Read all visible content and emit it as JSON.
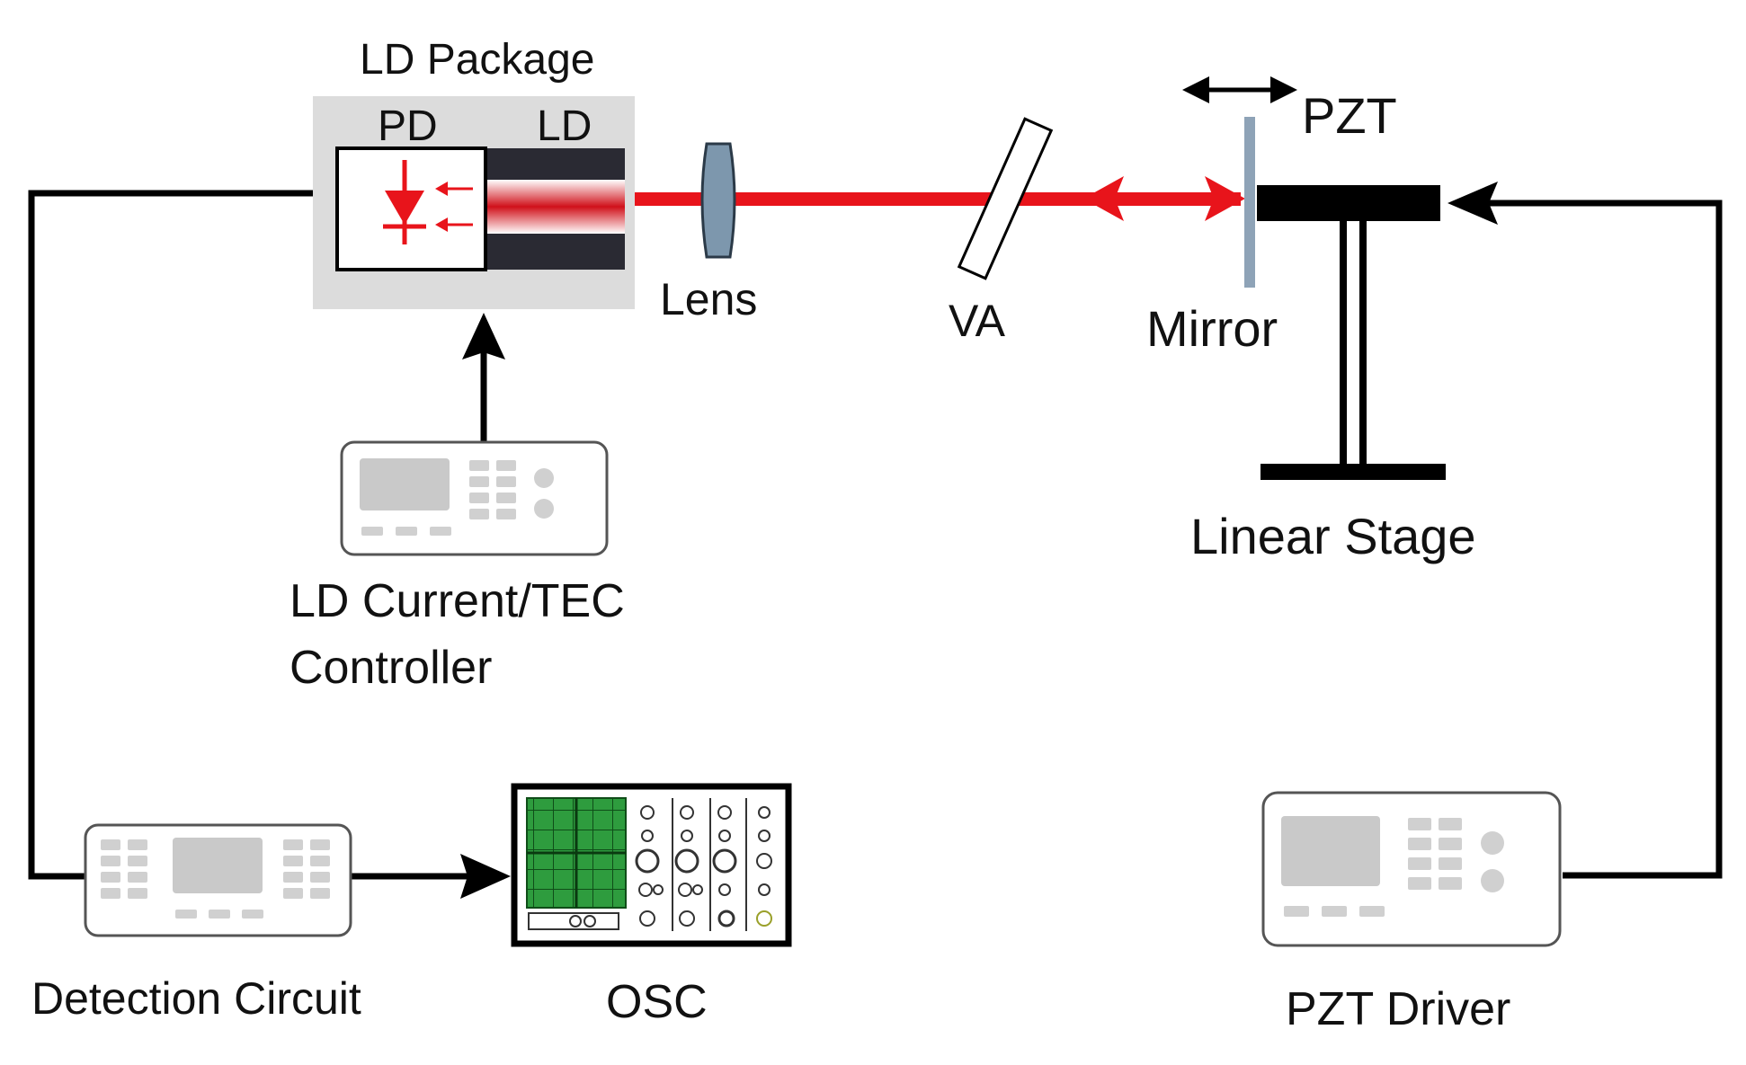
{
  "labels": {
    "ld_package": "LD Package",
    "pd": "PD",
    "ld": "LD",
    "lens": "Lens",
    "va": "VA",
    "pzt": "PZT",
    "mirror": "Mirror",
    "linear_stage": "Linear Stage",
    "controller_line1": "LD Current/TEC",
    "controller_line2": "Controller",
    "detection_circuit": "Detection Circuit",
    "osc": "OSC",
    "pzt_driver": "PZT Driver"
  },
  "colors": {
    "beam": "#e8141b",
    "package_bg": "#dcdcdc",
    "ld_body": "#2a2a33",
    "lens": "#7d97ad",
    "mirror": "#8ea3b7",
    "osc_screen": "#2e9c3e",
    "device_screen": "#c9c9c9",
    "device_key": "#d0d0d0",
    "wire": "#000000"
  },
  "icons": {
    "photodiode": "photodiode-icon",
    "arrow": "arrow-head-icon",
    "double_arrow": "double-arrow-icon"
  }
}
